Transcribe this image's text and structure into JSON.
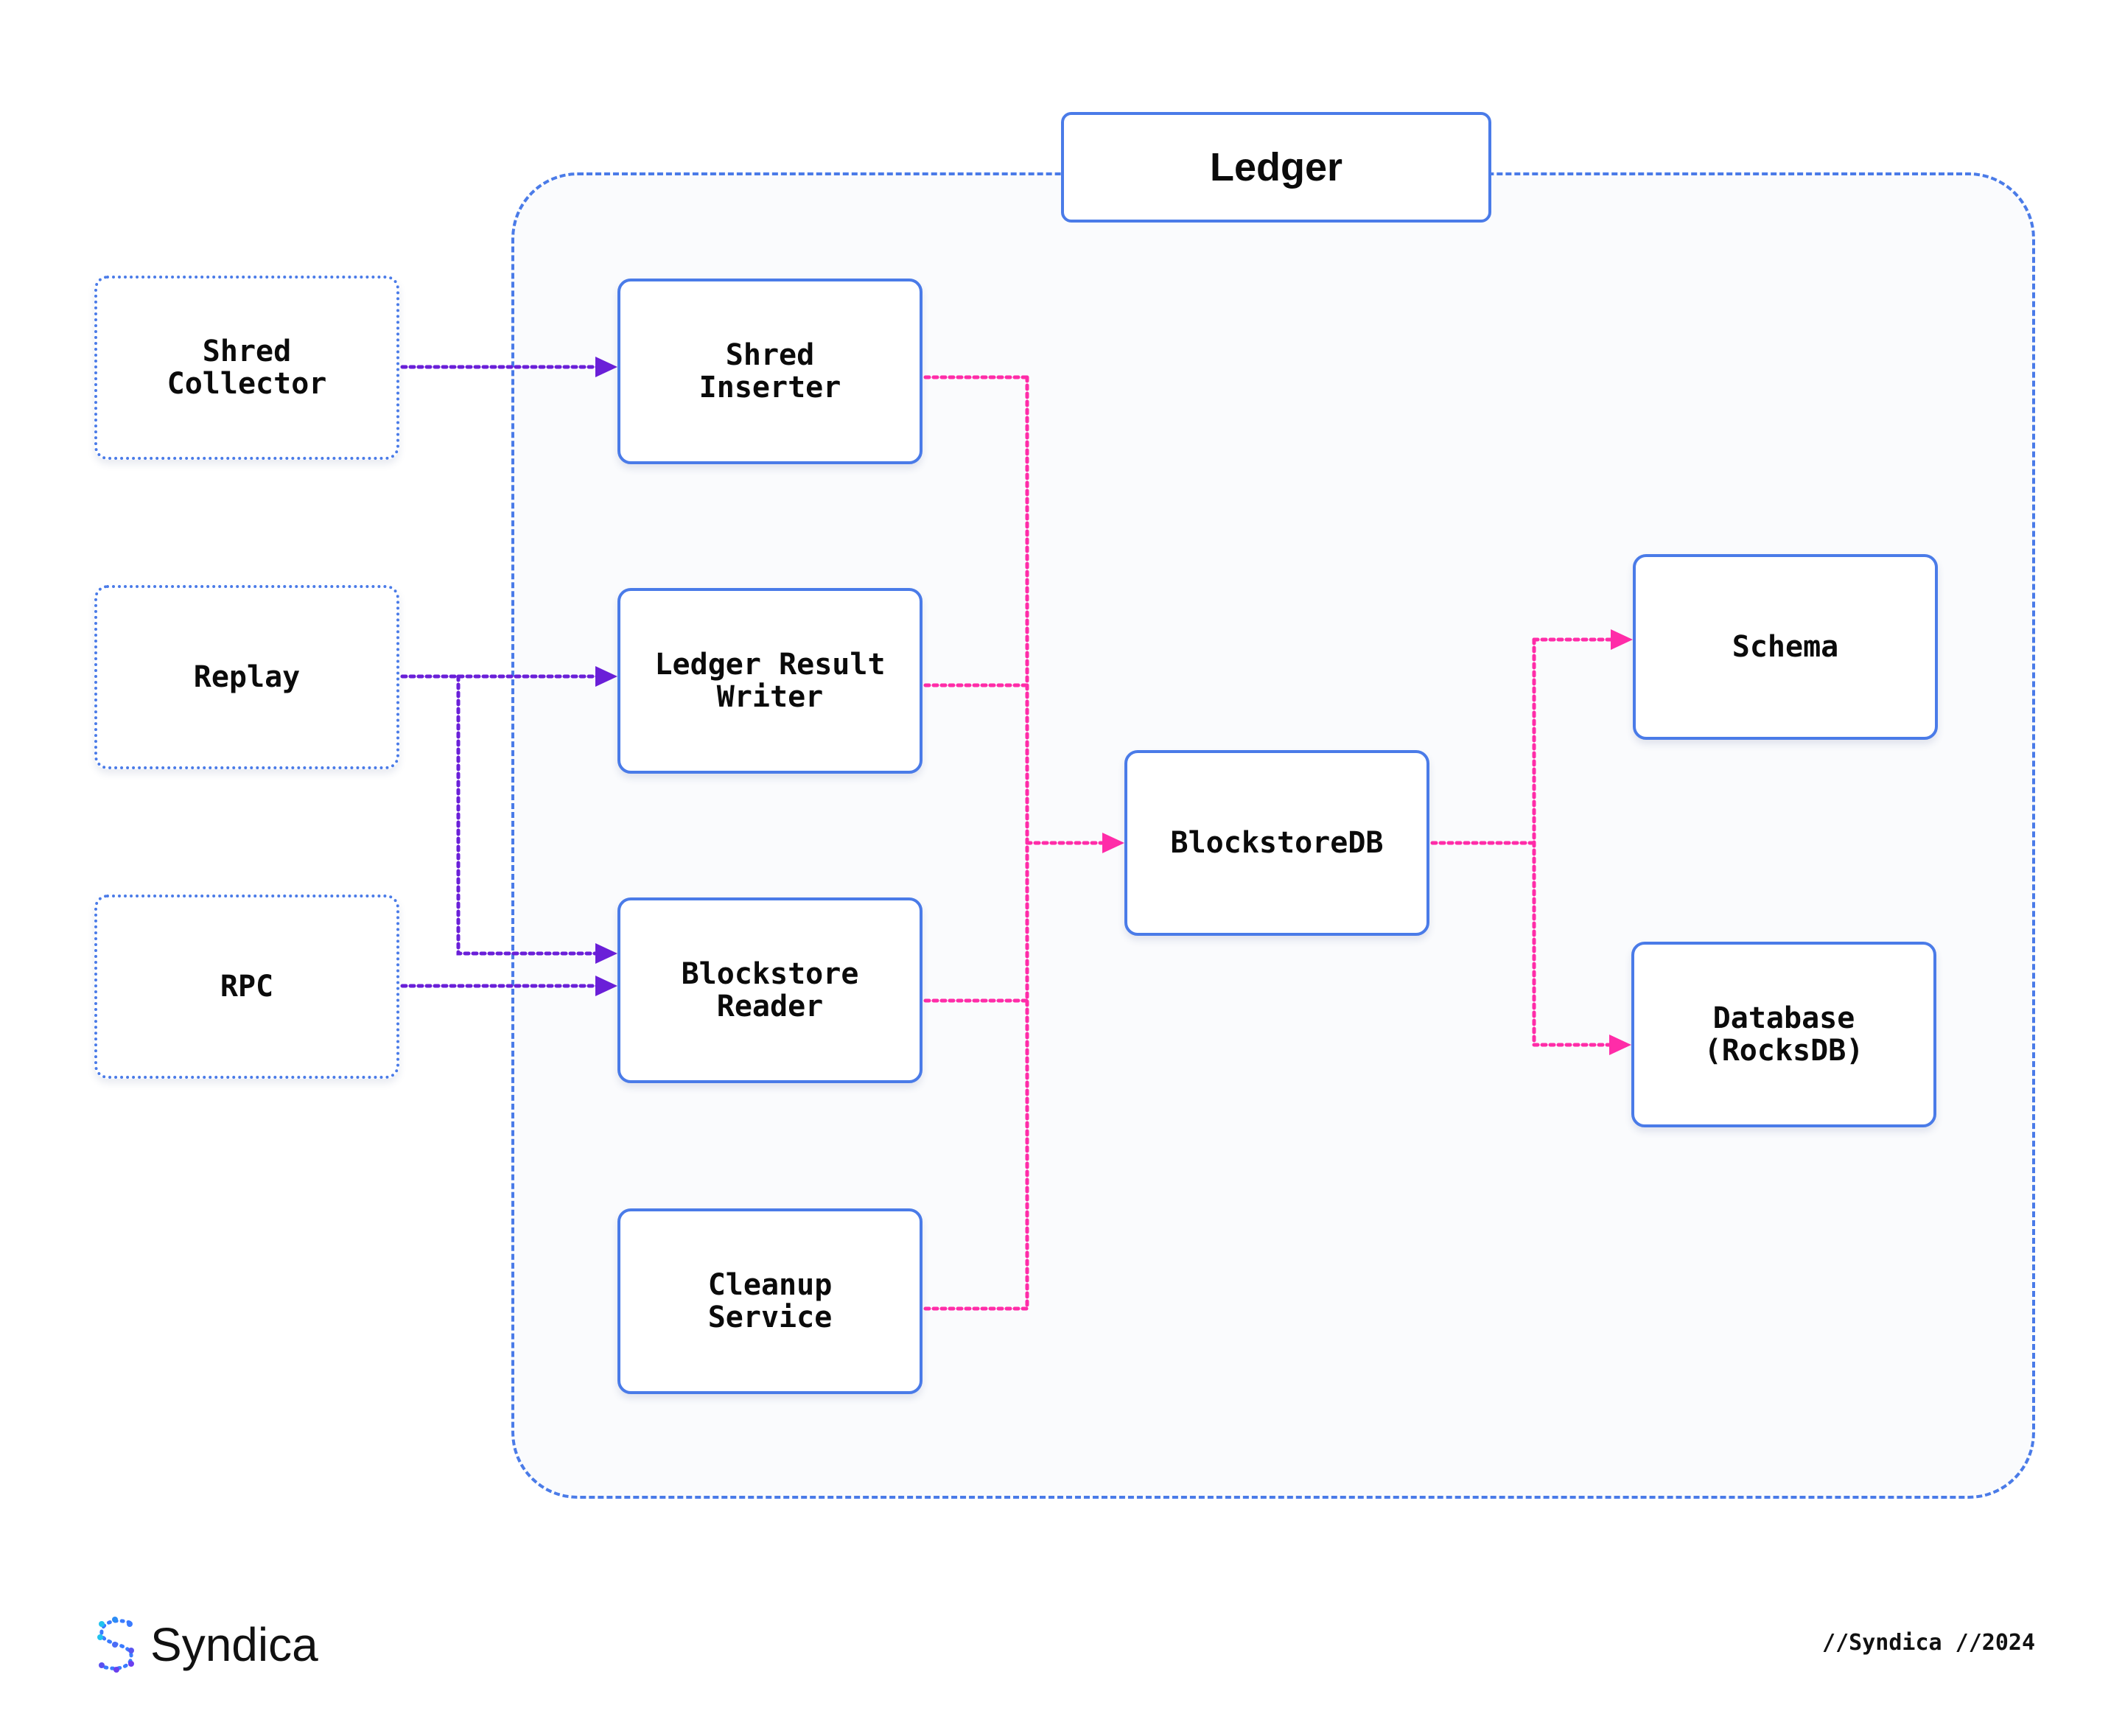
{
  "diagram": {
    "title": "Ledger",
    "nodes": {
      "shred_collector": "Shred\nCollector",
      "replay": "Replay",
      "rpc": "RPC",
      "shred_inserter": "Shred\nInserter",
      "ledger_result_writer": "Ledger Result\nWriter",
      "blockstore_reader": "Blockstore\nReader",
      "cleanup_service": "Cleanup\nService",
      "blockstoredb": "BlockstoreDB",
      "schema": "Schema",
      "database": "Database\n(RocksDB)"
    },
    "edges": [
      {
        "from": "shred_collector",
        "to": "shred_inserter"
      },
      {
        "from": "replay",
        "to": "ledger_result_writer"
      },
      {
        "from": "replay",
        "to": "blockstore_reader"
      },
      {
        "from": "rpc",
        "to": "blockstore_reader"
      },
      {
        "from": "shred_inserter",
        "to": "blockstoredb"
      },
      {
        "from": "ledger_result_writer",
        "to": "blockstoredb"
      },
      {
        "from": "blockstore_reader",
        "to": "blockstoredb"
      },
      {
        "from": "cleanup_service",
        "to": "blockstoredb"
      },
      {
        "from": "blockstoredb",
        "to": "schema"
      },
      {
        "from": "blockstoredb",
        "to": "database"
      }
    ],
    "colors": {
      "container_border": "#4a7be8",
      "input_edges": "#6a1fd8",
      "internal_edges": "#ff2ca8"
    }
  },
  "branding": {
    "logo_text": "Syndica",
    "logo_icon": "syndica-logo-icon",
    "footer": "//Syndica //2024"
  }
}
